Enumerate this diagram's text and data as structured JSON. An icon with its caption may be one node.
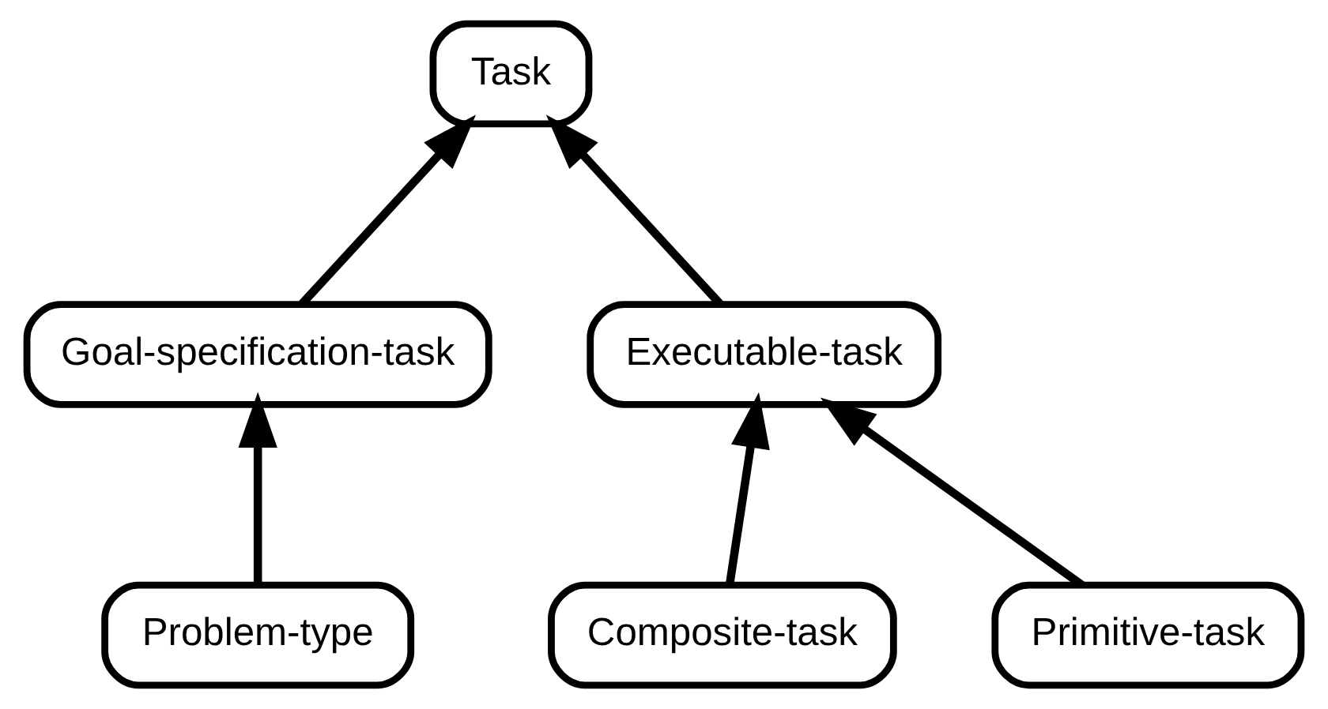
{
  "diagram": {
    "nodes": [
      {
        "text": [
          "Task"
        ]
      },
      {
        "text": [
          "Goal-specification-task"
        ]
      },
      {
        "text": [
          "Executable-task"
        ]
      },
      {
        "text": [
          "Problem-type"
        ]
      },
      {
        "text": [
          "Composite-task"
        ]
      },
      {
        "text": [
          "Primitive-task"
        ]
      }
    ],
    "edges": [
      {
        "from": 1,
        "to": 0,
        "arrow": "to"
      },
      {
        "from": 2,
        "to": 0,
        "arrow": "to"
      },
      {
        "from": 3,
        "to": 1,
        "arrow": "to"
      },
      {
        "from": 4,
        "to": 2,
        "arrow": "to"
      },
      {
        "from": 5,
        "to": 2,
        "arrow": "to"
      }
    ]
  }
}
